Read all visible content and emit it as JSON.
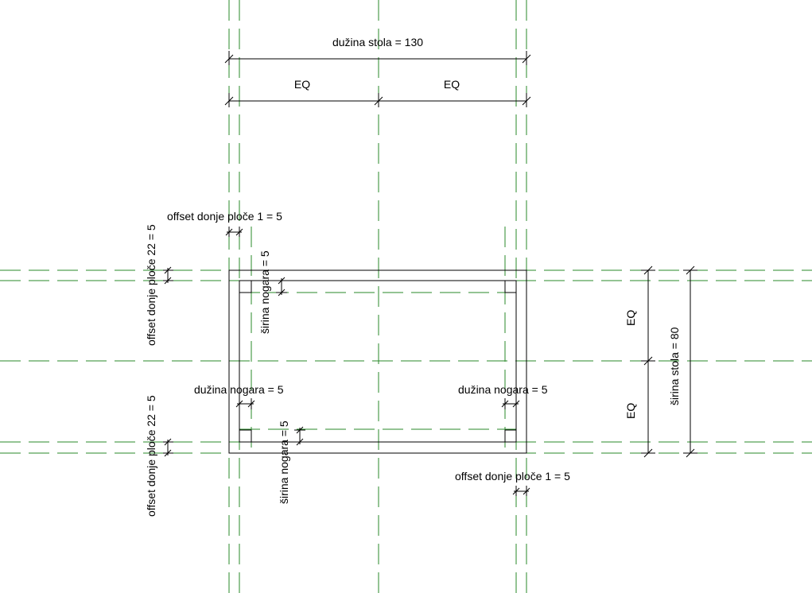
{
  "colors": {
    "reference_plane": "#2a8a2a",
    "geometry": "#000000",
    "background": "#ffffff"
  },
  "labels": {
    "table_length": "dužina stola = 130",
    "eq": "EQ",
    "offset_plate_1": "offset donje ploče 1 = 5",
    "offset_plate_22": "offset donje ploče 22 = 5",
    "leg_width": "širina nogara = 5",
    "leg_length": "dužina nogara = 5",
    "table_width": "širina stola = 80"
  }
}
